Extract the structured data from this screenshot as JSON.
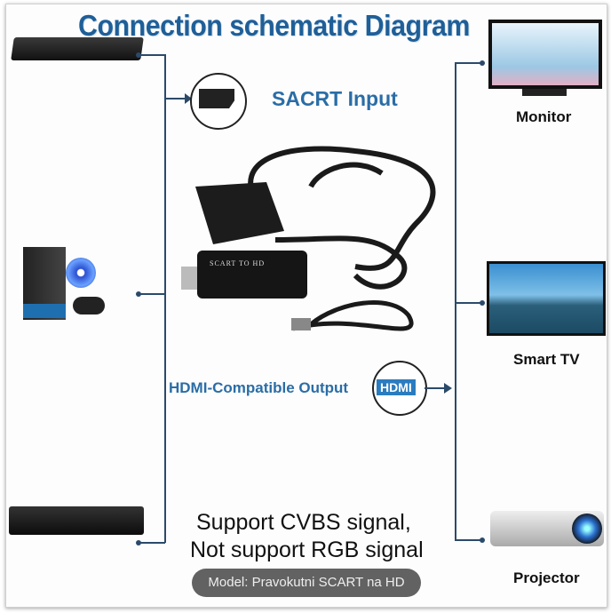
{
  "title": "Connection schematic Diagram",
  "input_label": "SACRT Input",
  "output_label": "HDMI-Compatible Output",
  "hdmi_badge": "HDMI",
  "adapter_text": "SCART TO HD",
  "outputs": [
    {
      "label": "Monitor"
    },
    {
      "label": "Smart TV"
    },
    {
      "label": "Projector"
    }
  ],
  "note_line1": "Support CVBS signal,",
  "note_line2": "Not support RGB signal",
  "caption": "Model: Pravokutni SCART na HD",
  "colors": {
    "accent": "#1f5f98",
    "line": "#2b4a6a",
    "badge": "#2a7cc0"
  }
}
